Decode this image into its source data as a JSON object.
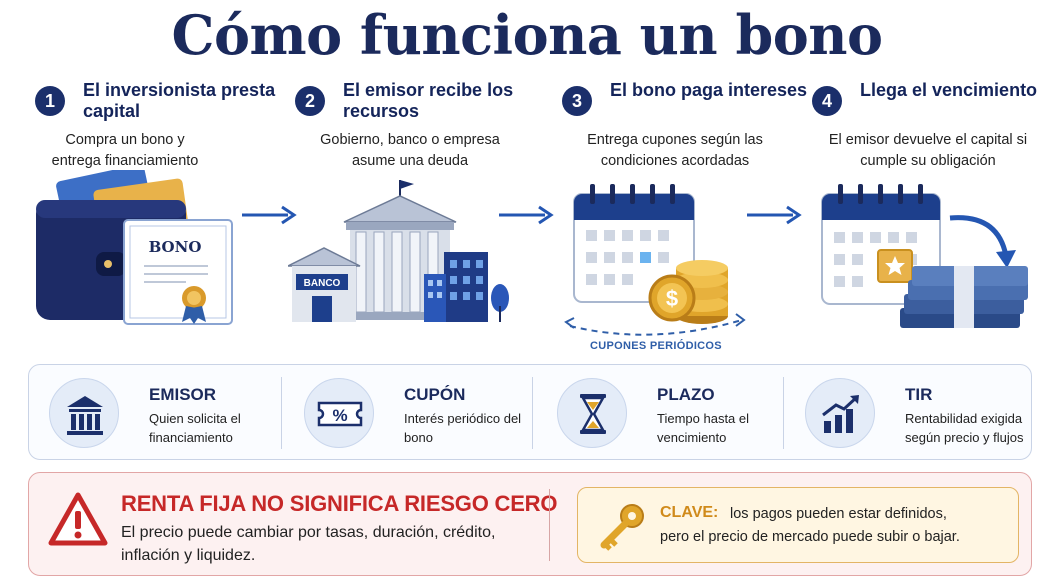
{
  "title": "Cómo funciona un bono",
  "steps": [
    {
      "number": "1",
      "title": "El inversionista presta capital",
      "desc": "Compra un bono y entrega financiamiento"
    },
    {
      "number": "2",
      "title": "El emisor recibe los recursos",
      "desc": "Gobierno, banco o empresa asume una deuda"
    },
    {
      "number": "3",
      "title": "El bono paga intereses",
      "desc": "Entrega cupones según las condiciones acordadas"
    },
    {
      "number": "4",
      "title": "Llega el vencimiento",
      "desc": "El emisor devuelve el capital si cumple su obligación"
    }
  ],
  "illustrations": {
    "bono_label": "BONO",
    "banco_label": "BANCO",
    "coin_symbol": "$",
    "cupones_label": "CUPONES PERIÓDICOS"
  },
  "concepts": [
    {
      "title": "EMISOR",
      "desc": "Quien solicita el financiamiento",
      "icon": "bank-icon"
    },
    {
      "title": "CUPÓN",
      "desc": "Interés periódico del bono",
      "icon": "coupon-ticket-icon",
      "symbol": "%"
    },
    {
      "title": "PLAZO",
      "desc": "Tiempo hasta el vencimiento",
      "icon": "hourglass-icon"
    },
    {
      "title": "TIR",
      "desc": "Rentabilidad exigida según precio y flujos",
      "icon": "growth-chart-icon"
    }
  ],
  "warning": {
    "title": "RENTA FIJA NO SIGNIFICA RIESGO CERO",
    "desc": "El precio puede cambiar por tasas, duración, crédito, inflación y liquidez.",
    "icon": "warning-triangle-icon"
  },
  "key": {
    "label": "CLAVE:",
    "text_line1": "los pagos pueden estar definidos,",
    "text_line2": "pero el precio de mercado puede subir o bajar.",
    "icon": "key-icon"
  },
  "colors": {
    "navy": "#1b2f6b",
    "accent_blue": "#2f5ea8",
    "warning_red": "#c62828",
    "gold": "#e0a52a"
  }
}
